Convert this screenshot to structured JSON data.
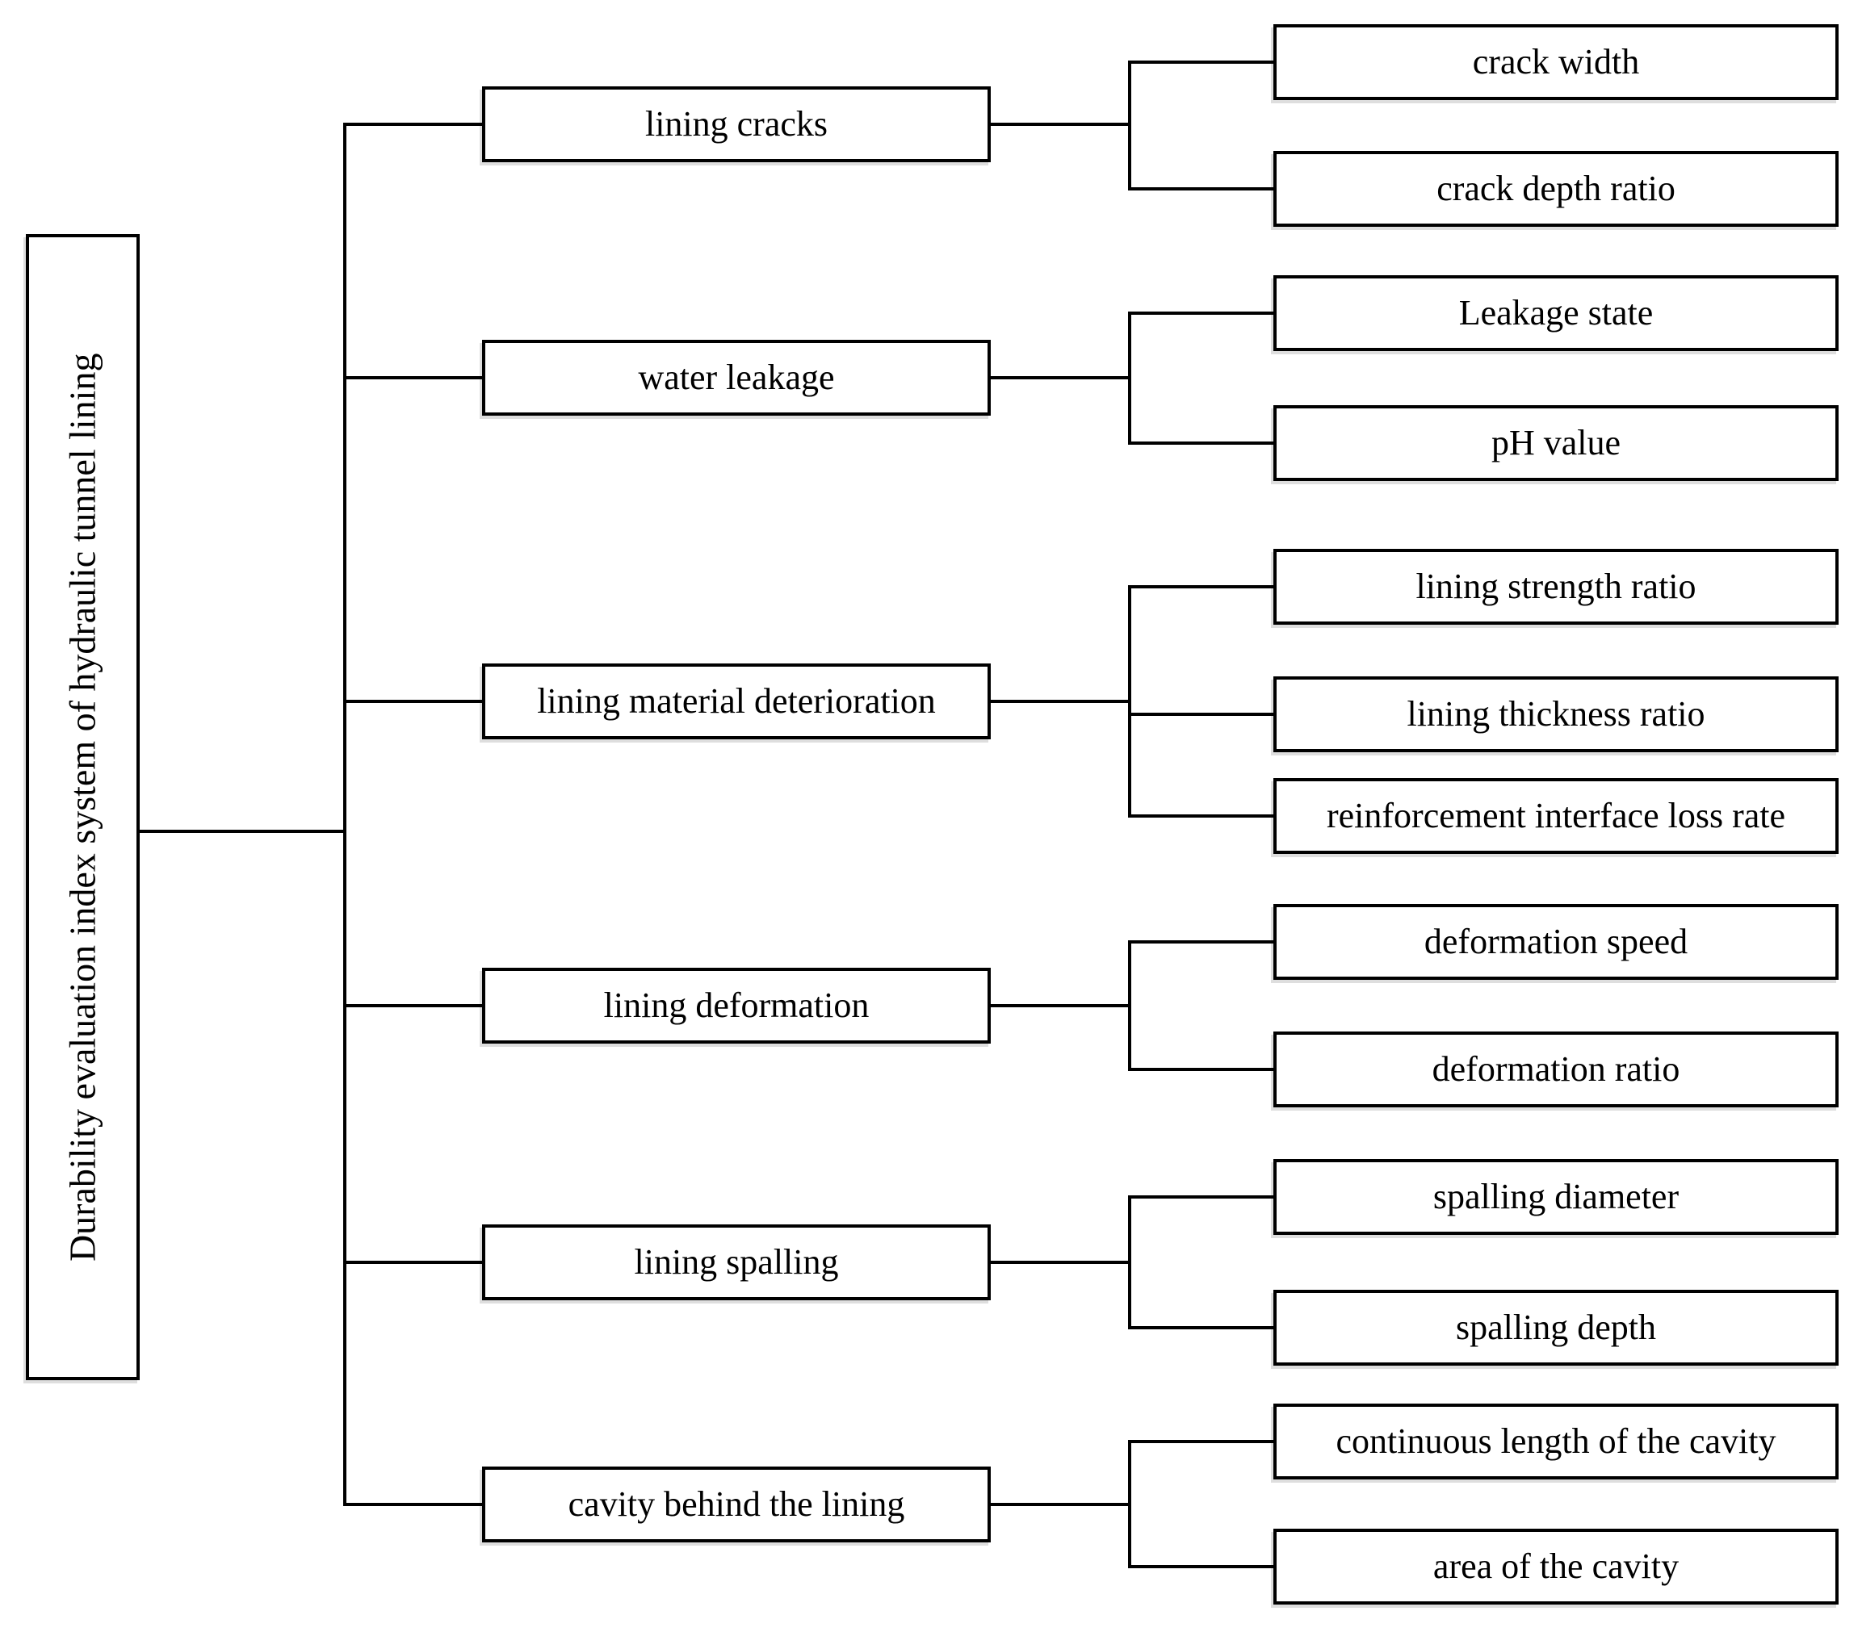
{
  "figure": {
    "root": {
      "label": "Durability evaluation index system of hydraulic tunnel lining"
    },
    "branches": [
      {
        "label": "lining cracks",
        "children": [
          {
            "label": "crack width"
          },
          {
            "label": "crack depth ratio"
          }
        ]
      },
      {
        "label": "water leakage",
        "children": [
          {
            "label": "Leakage state"
          },
          {
            "label": "pH value"
          }
        ]
      },
      {
        "label": "lining material deterioration",
        "children": [
          {
            "label": "lining strength ratio"
          },
          {
            "label": "lining thickness ratio"
          },
          {
            "label": "reinforcement interface loss rate"
          }
        ]
      },
      {
        "label": "lining deformation",
        "children": [
          {
            "label": "deformation speed"
          },
          {
            "label": "deformation ratio"
          }
        ]
      },
      {
        "label": "lining spalling",
        "children": [
          {
            "label": "spalling diameter"
          },
          {
            "label": "spalling depth"
          }
        ]
      },
      {
        "label": "cavity behind the lining",
        "children": [
          {
            "label": "continuous length of the cavity"
          },
          {
            "label": "area of the cavity"
          }
        ]
      }
    ],
    "colors": {
      "line": "#000000",
      "box_background": "#ffffff",
      "text": "#000000"
    }
  }
}
